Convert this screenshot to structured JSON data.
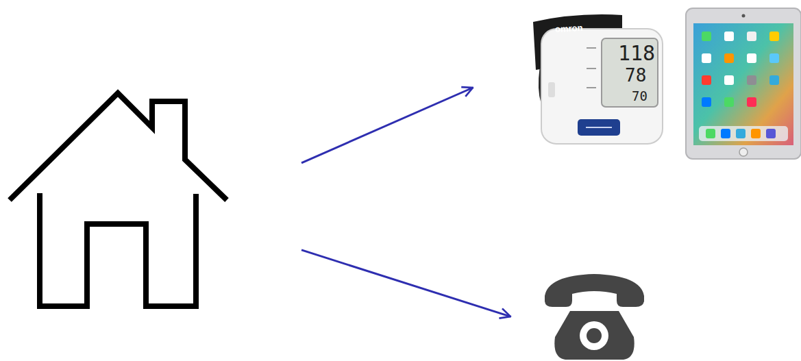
{
  "diagram": {
    "nodes": [
      {
        "text": []
      },
      {
        "text": [
          "omron",
          "118",
          "78",
          "70"
        ]
      },
      {
        "text": []
      }
    ],
    "edges": [
      {
        "from": 0,
        "to": 1,
        "arrow": "to"
      },
      {
        "from": 0,
        "to": 2,
        "arrow": "to"
      }
    ]
  }
}
